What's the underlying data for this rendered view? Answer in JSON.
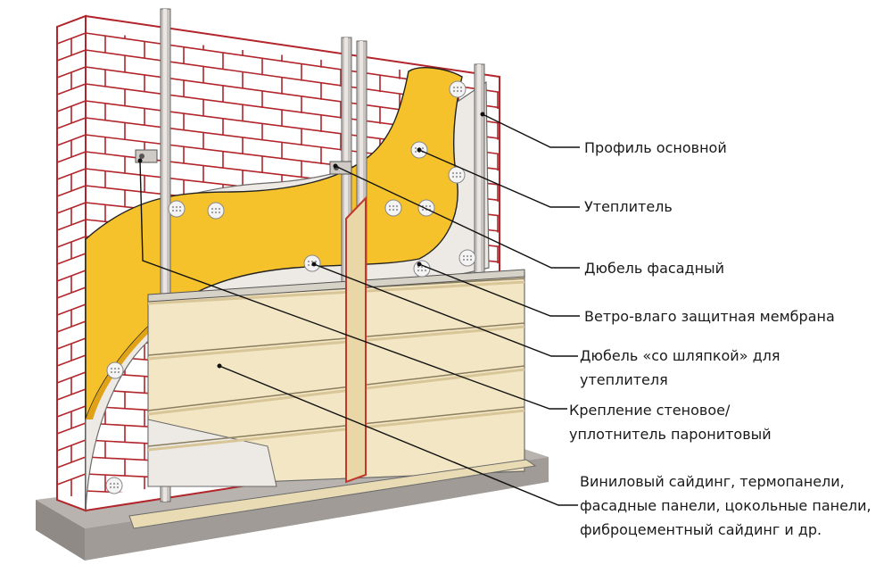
{
  "colors": {
    "brick_line": "#b1252b",
    "brick_fill": "#ffffff",
    "insulation": "#f5c22b",
    "insulation_edge": "#e0a318",
    "membrane": "#ede9e4",
    "siding": "#f3e6c4",
    "siding_shadow": "#d8c699",
    "profile": "#c9c4c0",
    "ground": "#b8b3ae",
    "seal": "#c0392b",
    "leader": "#111111"
  },
  "icons": [
    "brick-wall-icon",
    "insulation-icon",
    "membrane-icon",
    "siding-icon",
    "dowel-icon",
    "profile-icon"
  ],
  "callouts": [
    {
      "id": "profile",
      "lines": [
        "Профиль основной"
      ]
    },
    {
      "id": "insulation",
      "lines": [
        "Утеплитель"
      ]
    },
    {
      "id": "facade-dowel",
      "lines": [
        "Дюбель фасадный"
      ]
    },
    {
      "id": "membrane",
      "lines": [
        "Ветро-влаго защитная мембрана"
      ]
    },
    {
      "id": "cap-dowel",
      "lines": [
        "Дюбель «со шляпкой» для",
        "утеплителя"
      ]
    },
    {
      "id": "wall-bracket",
      "lines": [
        "Крепление стеновое/",
        "уплотнитель паронитовый"
      ]
    },
    {
      "id": "cladding",
      "lines": [
        "Виниловый сайдинг, термопанели,",
        "фасадные панели, цокольные панели,",
        "фиброцементный сайдинг и др."
      ]
    }
  ]
}
